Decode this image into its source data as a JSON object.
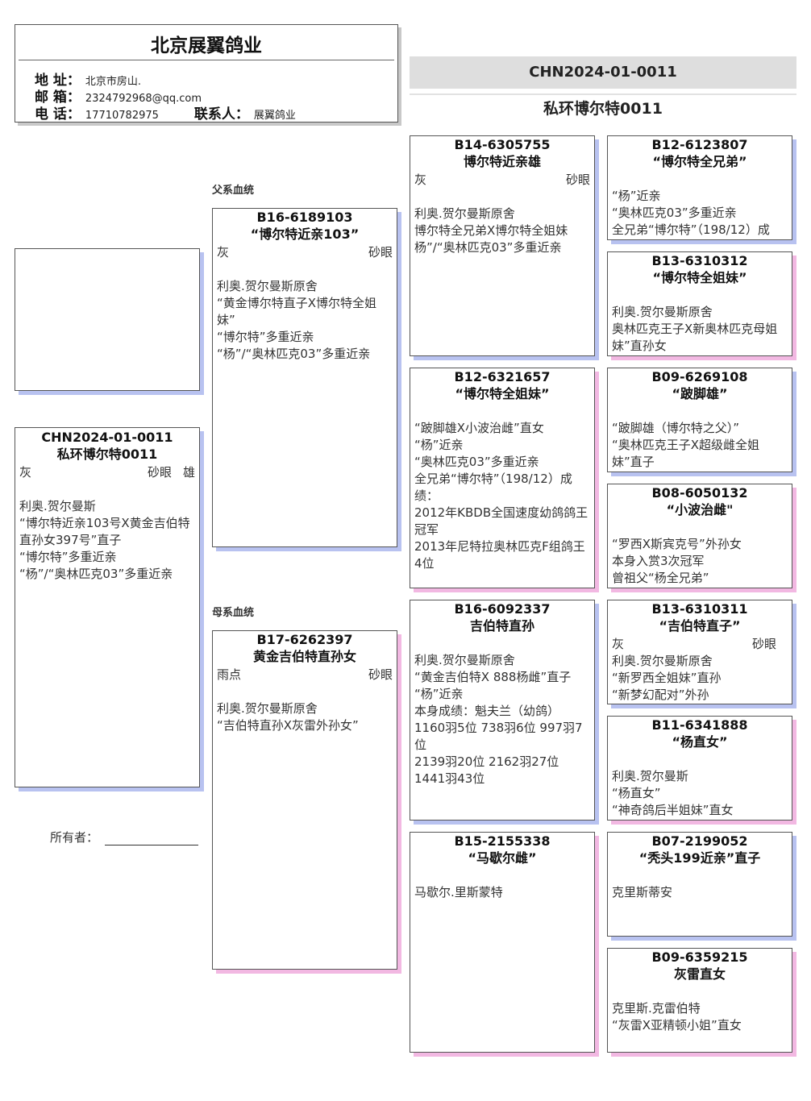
{
  "header": {
    "title": "北京展翼鸽业",
    "address_label": "地 址：",
    "address": "北京市房山.",
    "email_label": "邮 箱：",
    "email": "2324792968@qq.com",
    "phone_label": "电 话：",
    "phone": "17710782975",
    "contact_label": "联系人：",
    "contact": "展翼鸽业"
  },
  "main": {
    "ring": "CHN2024-01-0011",
    "name": "私环博尔特0011"
  },
  "labels": {
    "sire_line": "父系血统",
    "dam_line": "母系血统",
    "owner": "所有者："
  },
  "subject": {
    "ring": "CHN2024-01-0011",
    "name": "私环博尔特0011",
    "color": "灰",
    "eye": "砂眼",
    "sex": "雄",
    "desc": "\n利奥.贺尔曼斯\n“博尔特近亲103号X黄金吉伯特直孙女397号”直子\n“博尔特”多重近亲\n“杨”/“奥林匹克03”多重近亲"
  },
  "sire": {
    "ring": "B16-6189103",
    "name": "“博尔特近亲103”",
    "color": "灰",
    "eye": "砂眼",
    "desc": "\n利奥.贺尔曼斯原舍\n“黄金博尔特直子X博尔特全姐妹”\n“博尔特”多重近亲\n“杨”/“奥林匹克03”多重近亲"
  },
  "dam": {
    "ring": "B17-6262397",
    "name": "黄金吉伯特直孙女",
    "color": "雨点",
    "eye": "砂眼",
    "desc": "\n利奥.贺尔曼斯原舍\n“吉伯特直孙X灰雷外孙女”"
  },
  "ss": {
    "ring": "B14-6305755",
    "name": "博尔特近亲雄",
    "color": "灰",
    "eye": "砂眼",
    "desc": "\n利奥.贺尔曼斯原舍\n博尔特全兄弟X博尔特全姐妹\n杨”/“奥林匹克03”多重近亲"
  },
  "sd": {
    "ring": "B12-6321657",
    "name": "“博尔特全姐妹”",
    "desc": "\n“跛脚雄X小波治雌”直女\n“杨”近亲\n“奥林匹克03”多重近亲\n全兄弟“博尔特”（198/12）成绩：\n2012年KBDB全国速度幼鸽鸽王冠军\n2013年尼特拉奥林匹克F组鸽王4位"
  },
  "ds": {
    "ring": "B16-6092337",
    "name": "吉伯特直孙",
    "desc": "\n利奥.贺尔曼斯原舍\n“黄金吉伯特X 888杨雌”直子\n“杨”近亲\n本身成绩：魁夫兰（幼鸽）\n1160羽5位 738羽6位 997羽7位\n2139羽20位 2162羽27位 1441羽43位"
  },
  "dd": {
    "ring": "B15-2155338",
    "name": "“马歇尔雌”",
    "desc": "\n马歇尔.里斯蒙特"
  },
  "sss": {
    "ring": "B12-6123807",
    "name": "“博尔特全兄弟”",
    "desc": "\n“杨”近亲\n “奥林匹克03”多重近亲\n全兄弟“博尔特”（198/12）成"
  },
  "ssd": {
    "ring": "B13-6310312",
    "name": "“博尔特全姐妹”",
    "desc": "\n利奥.贺尔曼斯原舍\n奥林匹克王子X新奥林匹克母姐妹”直孙女"
  },
  "sds": {
    "ring": "B09-6269108",
    "name": "“跛脚雄”",
    "desc": "\n“跛脚雄（博尔特之父）”\n“奥林匹克王子X超级雌全姐妹”直子"
  },
  "sdd": {
    "ring": "B08-6050132",
    "name": "“小波治雌\"",
    "desc": "\n“罗西X斯宾克号”外孙女\n本身入赏3次冠军\n曾祖父“杨全兄弟”"
  },
  "dss": {
    "ring": "B13-6310311",
    "name": "“吉伯特直子”",
    "color": "灰",
    "eye": "砂眼",
    "desc": "利奥.贺尔曼斯原舍\n“新罗西全姐妹”直孙\n“新梦幻配对”外孙"
  },
  "dsd": {
    "ring": "B11-6341888",
    "name": "“杨直女”",
    "desc": "\n利奥.贺尔曼斯\n“杨直女”\n“神奇鸽后半姐妹”直女"
  },
  "dds": {
    "ring": "B07-2199052",
    "name": "“秃头199近亲”直子",
    "desc": "\n克里斯蒂安"
  },
  "ddd": {
    "ring": "B09-6359215",
    "name": "灰雷直女",
    "desc": "\n克里斯.克雷伯特\n“灰雷X亚精顿小姐”直女"
  }
}
